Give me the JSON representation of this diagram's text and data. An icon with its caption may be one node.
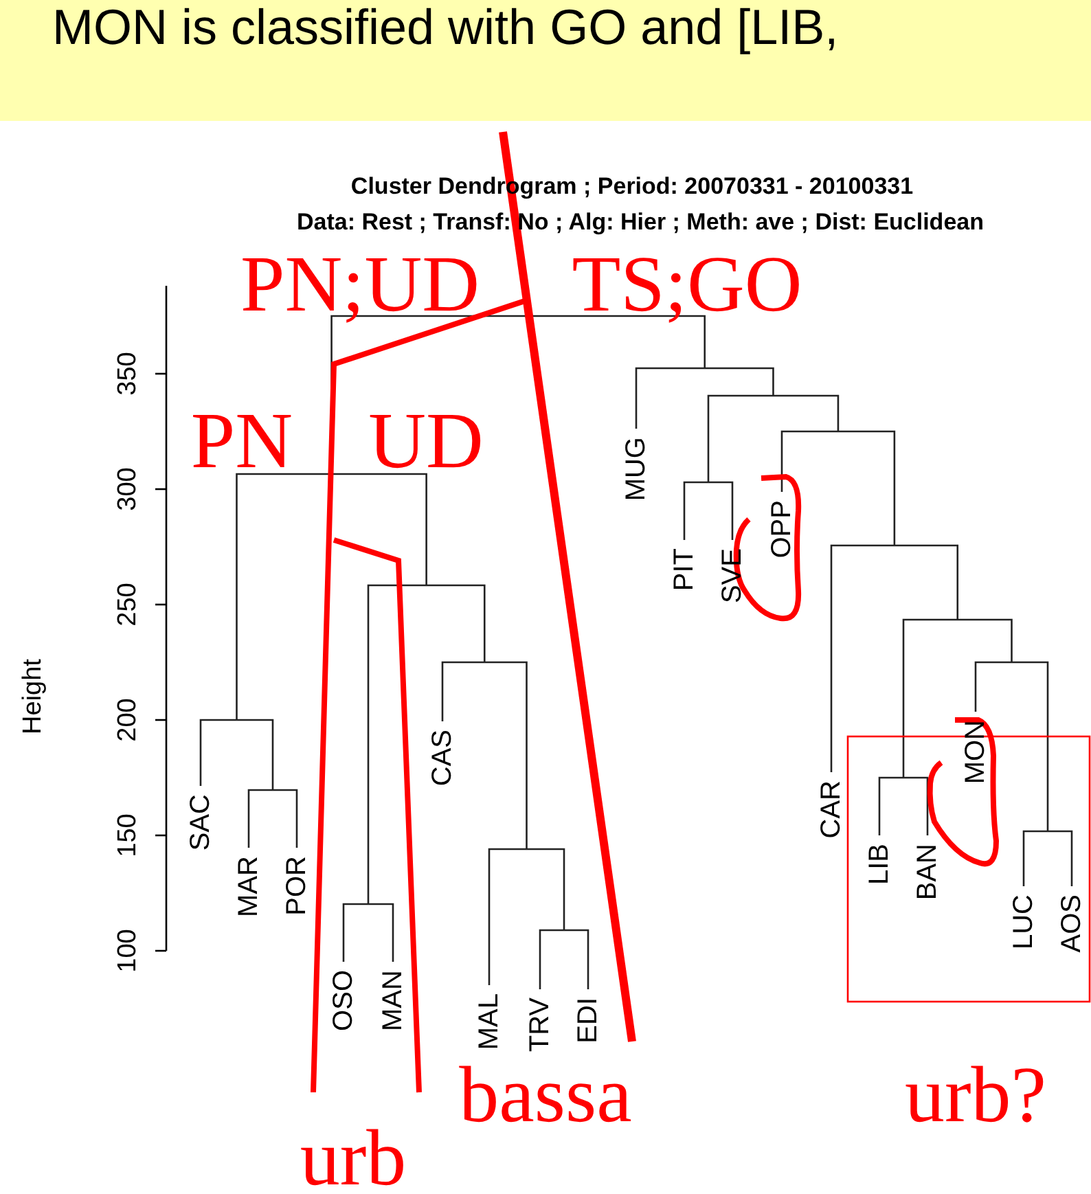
{
  "diagram": {
    "labels": [
      "MON is classified with GO and [LIB,",
      "Cluster Dendrogram ; Period: 20070331 - 20100331",
      "Data: Rest ; Transf: No ; Alg: Hier ; Meth: ave ; Dist: Euclidean",
      "PN;UD",
      "TS;GO",
      "PN",
      "UD",
      "Height",
      "350",
      "300",
      "250",
      "200",
      "150",
      "100",
      "SAC",
      "MAR",
      "POR",
      "OSO",
      "MAN",
      "CAS",
      "MAL",
      "TRV",
      "EDI",
      "MUG",
      "PIT",
      "SVE",
      "OPP",
      "CAR",
      "LIB",
      "BAN",
      "MON",
      "LUC",
      "AOS",
      "bassa",
      "urb?",
      "urb"
    ]
  }
}
